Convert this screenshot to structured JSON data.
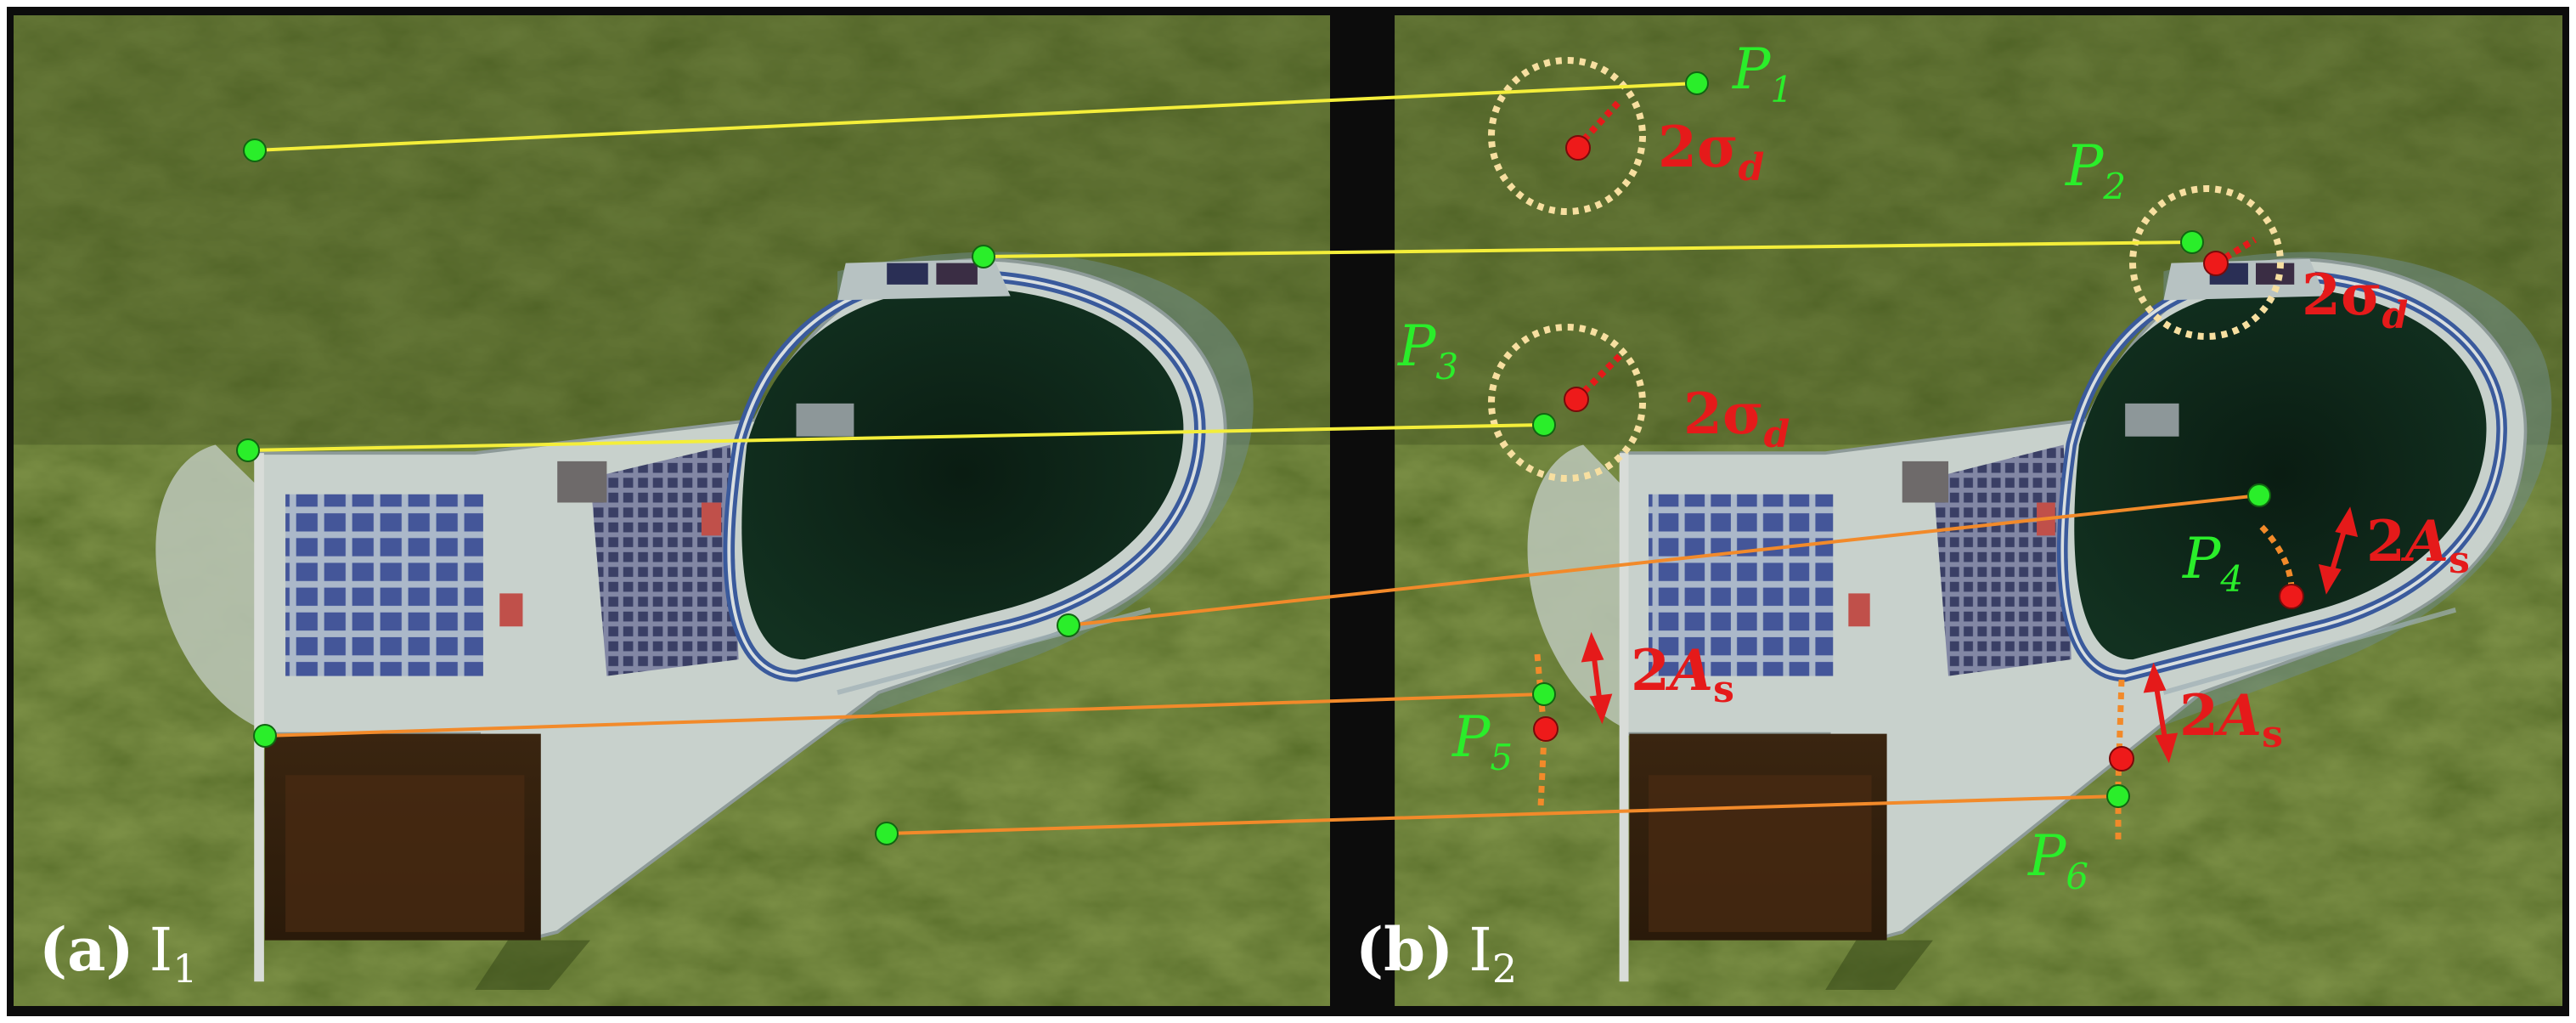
{
  "panels": [
    {
      "letter": "(a)",
      "image": "I",
      "sub": "1"
    },
    {
      "letter": "(b)",
      "image": "I",
      "sub": "2"
    }
  ],
  "points": [
    {
      "name": "P",
      "sub": "1"
    },
    {
      "name": "P",
      "sub": "2"
    },
    {
      "name": "P",
      "sub": "3"
    },
    {
      "name": "P",
      "sub": "4"
    },
    {
      "name": "P",
      "sub": "5"
    },
    {
      "name": "P",
      "sub": "6"
    }
  ],
  "annotations": {
    "sigma": {
      "coef": "2",
      "sym": "σ",
      "sub": "d"
    },
    "amp": {
      "coef": "2",
      "sym": "A",
      "sub": "s"
    }
  },
  "colors": {
    "frame": "#0c0c0c",
    "keypoint": "#2aee2a",
    "perturbed": "#ee1a1a",
    "label_text": "#2aee2a",
    "annotation_text": "#e51a1a",
    "translation_match": "#f4ee3a",
    "amplitude_match": "#f28a2a",
    "uncertainty_circle": "#f7dfa0",
    "arrow": "#e51a1a"
  }
}
